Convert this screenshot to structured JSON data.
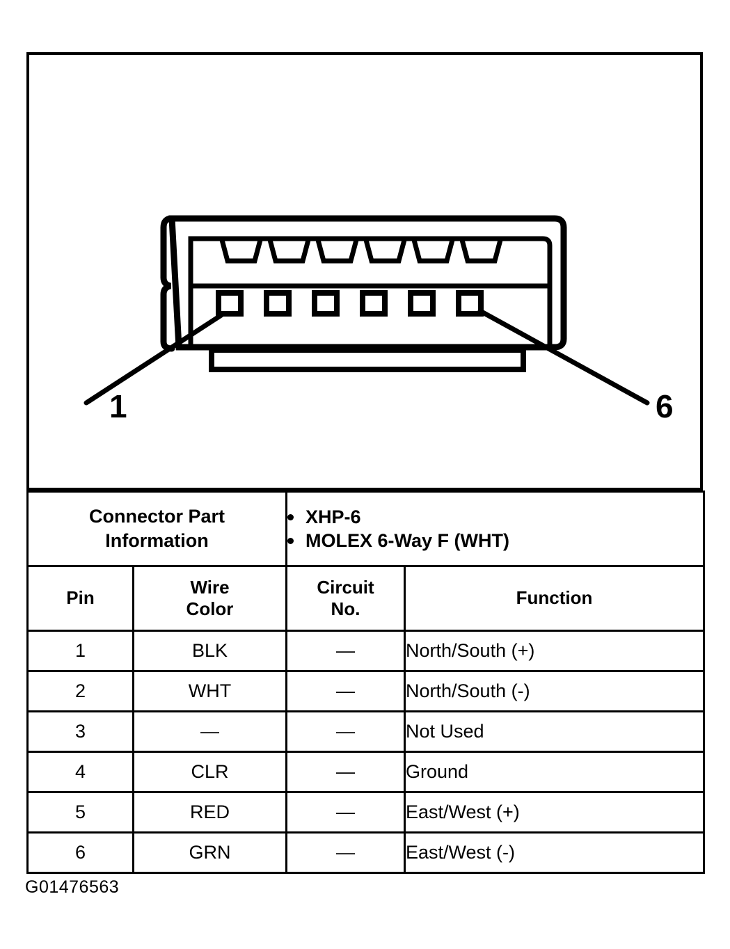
{
  "figure": {
    "id_label": "G01476563",
    "connector": {
      "pin_count": 6,
      "first_pin_callout": "1",
      "last_pin_callout": "6",
      "view": "front-face-female-housing"
    }
  },
  "spec_table": {
    "connector_part_information": {
      "label_line_1": "Connector Part",
      "label_line_2": "Information",
      "values": [
        "XHP-6",
        "MOLEX 6-Way F (WHT)"
      ]
    },
    "columns": [
      {
        "key": "pin",
        "line1": "",
        "line2": "Pin"
      },
      {
        "key": "wire",
        "line1": "Wire",
        "line2": "Color"
      },
      {
        "key": "circuit",
        "line1": "Circuit",
        "line2": "No."
      },
      {
        "key": "func",
        "line1": "",
        "line2": "Function"
      }
    ],
    "rows": [
      {
        "pin": "1",
        "wire": "BLK",
        "circuit": "—",
        "func": "North/South (+)"
      },
      {
        "pin": "2",
        "wire": "WHT",
        "circuit": "—",
        "func": "North/South (-)"
      },
      {
        "pin": "3",
        "wire": "—",
        "circuit": "—",
        "func": "Not Used"
      },
      {
        "pin": "4",
        "wire": "CLR",
        "circuit": "—",
        "func": "Ground"
      },
      {
        "pin": "5",
        "wire": "RED",
        "circuit": "—",
        "func": "East/West (+)"
      },
      {
        "pin": "6",
        "wire": "GRN",
        "circuit": "—",
        "func": "East/West (-)"
      }
    ]
  },
  "colors": {
    "ink": "#000000",
    "paper": "#ffffff"
  }
}
